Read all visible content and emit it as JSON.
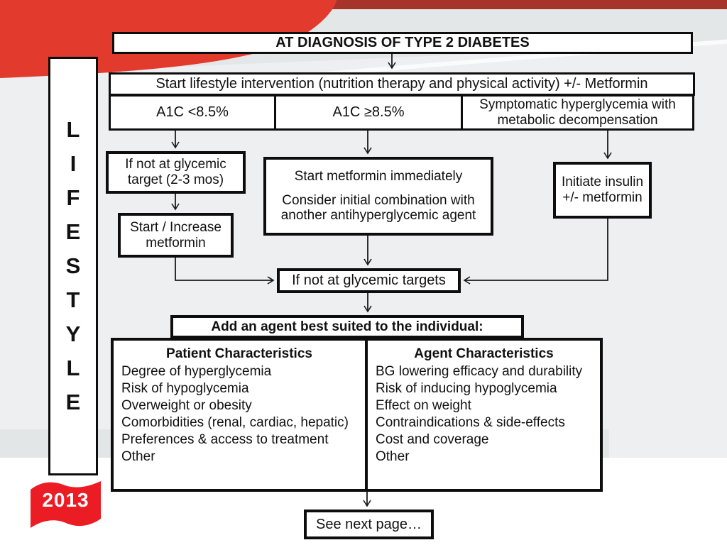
{
  "slide": {
    "year_flag": "2013",
    "lifestyle_letters": [
      "L",
      "I",
      "F",
      "E",
      "S",
      "T",
      "Y",
      "L",
      "E"
    ],
    "colors": {
      "top_bar_red": "#a7342a",
      "swoosh_red": "#e23b2d",
      "flag_red": "#ec1c24",
      "box_border": "#0d0d0d",
      "background_gray": "#edeff0"
    }
  },
  "flowchart": {
    "diagnosis": "AT DIAGNOSIS OF TYPE 2 DIABETES",
    "lifestyle_intervention": "Start lifestyle intervention (nutrition therapy and physical activity) +/- Metformin",
    "a1c_low": "A1C <8.5%",
    "a1c_high": "A1C ≥8.5%",
    "symptomatic": "Symptomatic hyperglycemia with metabolic decompensation",
    "if_not_target_2_3_mos": "If not at glycemic target (2-3 mos)",
    "start_increase_metformin": "Start / Increase metformin",
    "start_metformin_immediately": "Start metformin immediately",
    "consider_combination": "Consider initial combination with another antihyperglycemic agent",
    "initiate_insulin": "Initiate insulin +/- metformin",
    "if_not_at_targets": "If not at glycemic targets",
    "add_agent": "Add an agent best suited to the individual:",
    "see_next_page": "See next page…"
  },
  "patient_characteristics": {
    "title": "Patient Characteristics",
    "items": [
      "Degree of hyperglycemia",
      "Risk of hypoglycemia",
      "Overweight or obesity",
      "Comorbidities (renal, cardiac, hepatic)",
      "Preferences & access to treatment",
      "Other"
    ]
  },
  "agent_characteristics": {
    "title": "Agent Characteristics",
    "items": [
      "BG lowering efficacy and durability",
      "Risk of inducing hypoglycemia",
      "Effect on weight",
      "Contraindications & side-effects",
      "Cost and coverage",
      "Other"
    ]
  }
}
